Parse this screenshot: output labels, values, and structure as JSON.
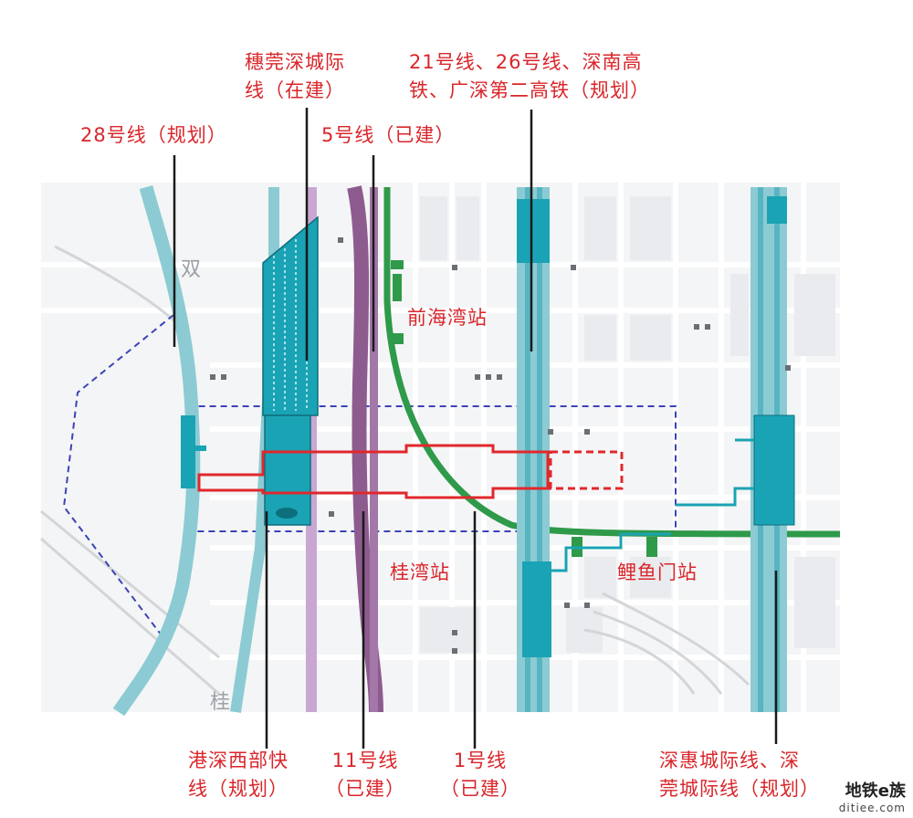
{
  "labels": {
    "line28": "28号线（规划）",
    "suiguan_1": "穗莞深城际",
    "suiguan_2": "线（在建）",
    "line5": "5号线（已建）",
    "line21_1": "21号线、26号线、深南高",
    "line21_2": "铁、广深第二高铁（规划）",
    "qianhaiwan": "前海湾站",
    "guiwan": "桂湾站",
    "liyumen": "鲤鱼门站",
    "gangshen_1": "港深西部快",
    "gangshen_2": "线（规划）",
    "line11_1": "11号线",
    "line11_2": "（已建）",
    "line1_1": "1号线",
    "line1_2": "（已建）",
    "shenhui_1": "深惠城际线、深",
    "shenhui_2": "莞城际线（规划）"
  },
  "base_map_text": {
    "shuang": "双",
    "gui": "桂"
  },
  "watermark": {
    "brand": "地铁e族",
    "url": "ditiee.com"
  },
  "colors": {
    "label_red": "#d9262b",
    "line_teal": "#7fc3cc",
    "station_teal": "#1aa3b4",
    "line_purple": "#8e5b8f",
    "line_lilac": "#c9a7d2",
    "line_green": "#2e9a4a",
    "boundary_blue": "#3b43b8",
    "corridor_red": "#e0282c"
  }
}
